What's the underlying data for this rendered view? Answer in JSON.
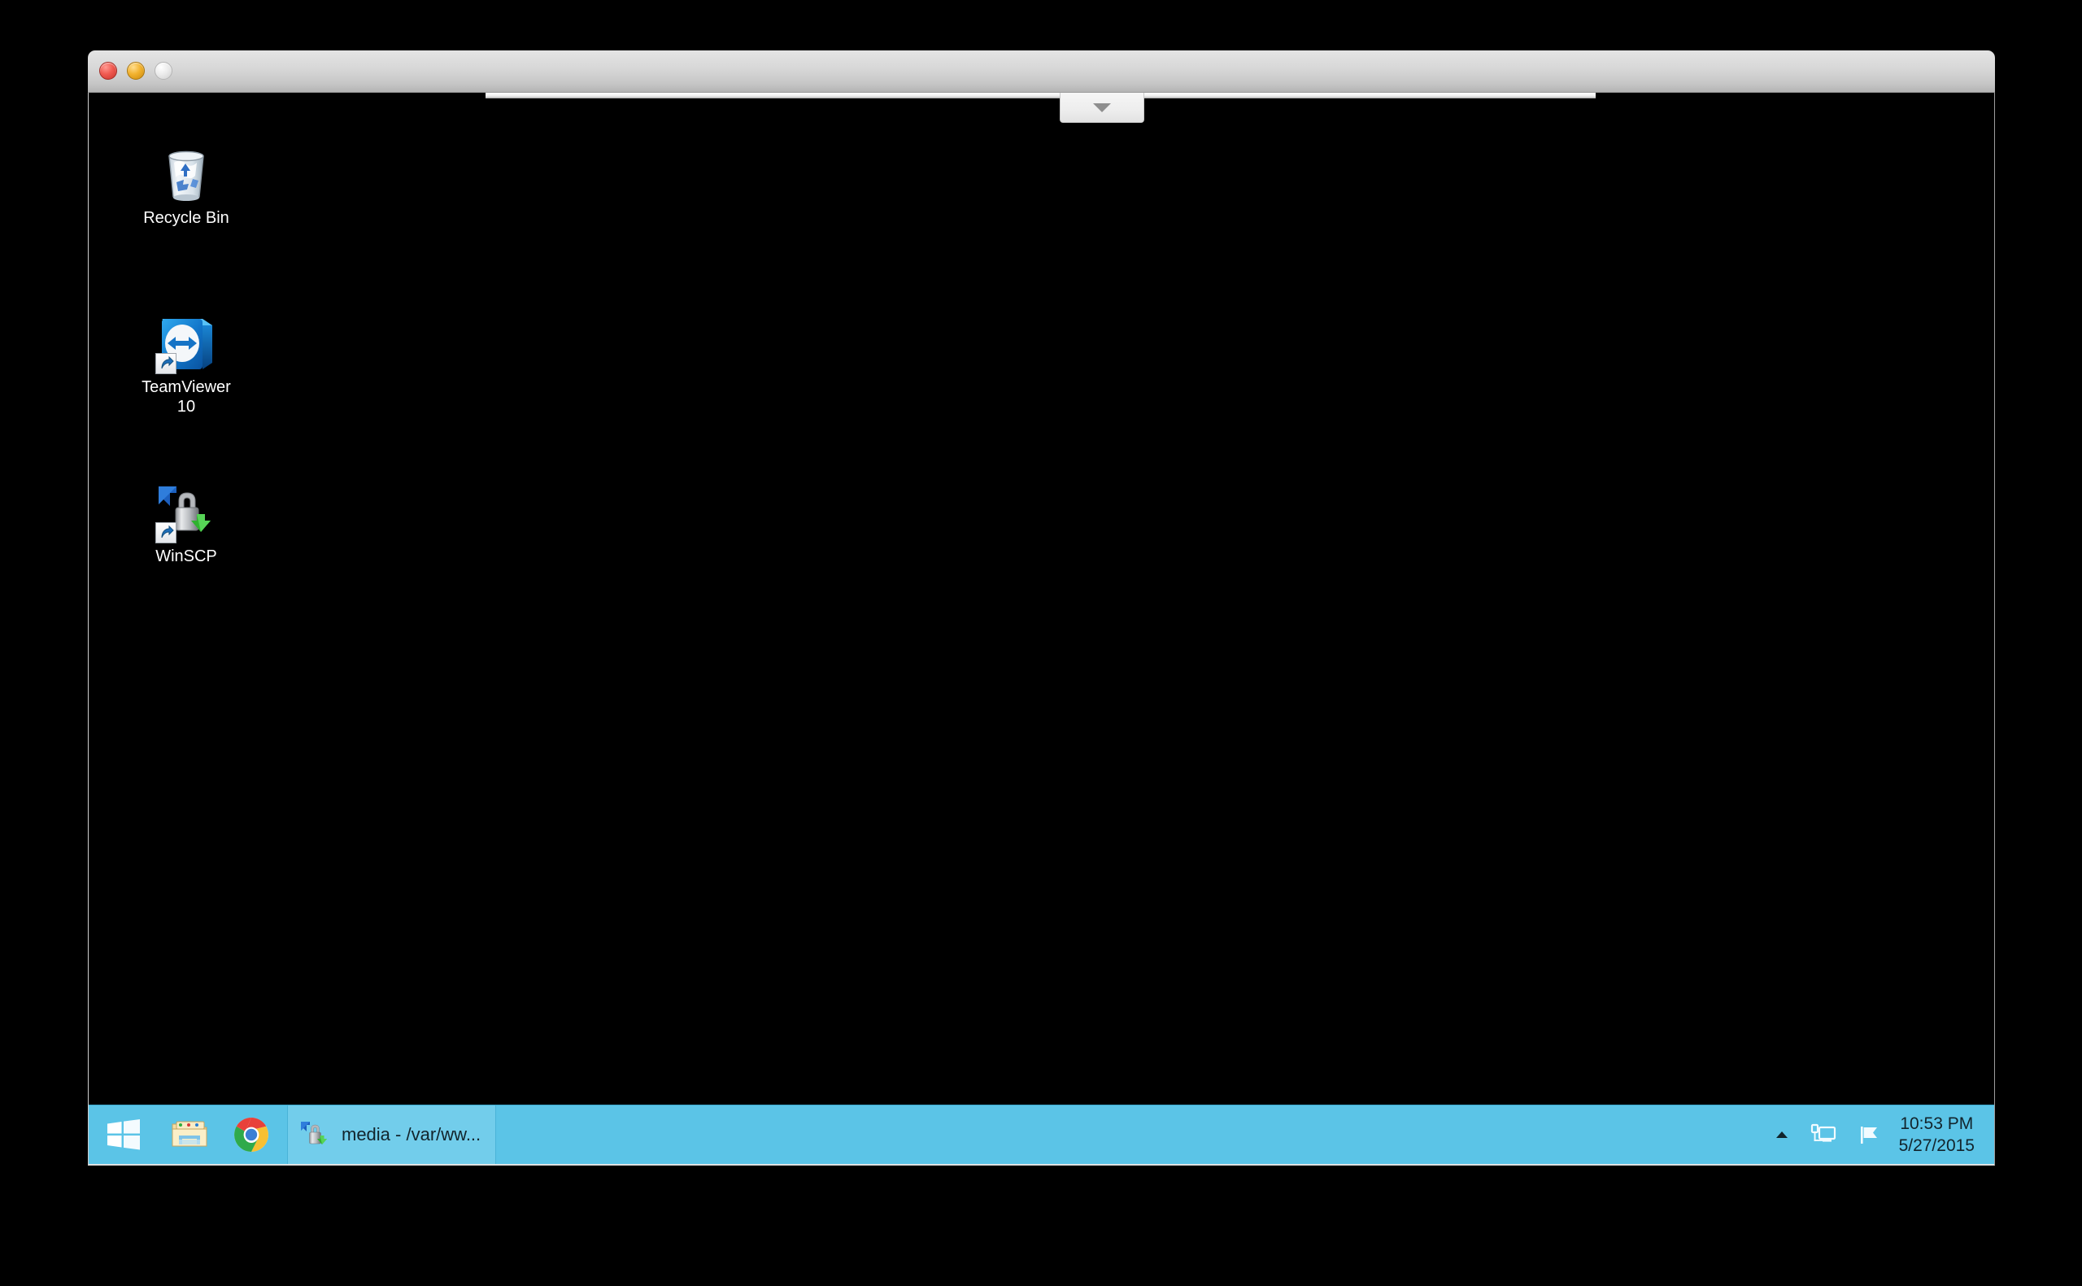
{
  "window": {
    "controls": {
      "close_label": "Close",
      "minimize_label": "Minimize",
      "zoom_label": "Zoom"
    },
    "connection_bar": {
      "pulldown_icon": "chevron-down-icon"
    }
  },
  "desktop": {
    "icons": [
      {
        "id": "recycle-bin",
        "label": "Recycle Bin",
        "icon": "recycle-bin-icon",
        "shortcut": false
      },
      {
        "id": "teamviewer",
        "label": "TeamViewer\n10",
        "icon": "teamviewer-icon",
        "shortcut": true
      },
      {
        "id": "winscp",
        "label": "WinSCP",
        "icon": "winscp-icon",
        "shortcut": true
      }
    ]
  },
  "taskbar": {
    "accent_color": "#5bc4e7",
    "task_button_color": "#72cdeb",
    "start": {
      "label": "Start",
      "icon": "windows-logo-icon"
    },
    "pinned": [
      {
        "id": "file-explorer",
        "label": "File Explorer",
        "icon": "folder-icon"
      },
      {
        "id": "google-chrome",
        "label": "Google Chrome",
        "icon": "chrome-icon"
      }
    ],
    "tasks": [
      {
        "id": "winscp-media",
        "label": "media - /var/ww...",
        "icon": "winscp-icon",
        "active": true
      }
    ],
    "tray": {
      "show_hidden_label": "Show hidden icons",
      "show_hidden_icon": "chevron-up-icon",
      "items": [
        {
          "id": "network",
          "label": "Network",
          "icon": "network-icon"
        },
        {
          "id": "action-center",
          "label": "Action Center",
          "icon": "flag-icon"
        }
      ],
      "clock": {
        "time": "10:53 PM",
        "date": "5/27/2015"
      }
    }
  }
}
